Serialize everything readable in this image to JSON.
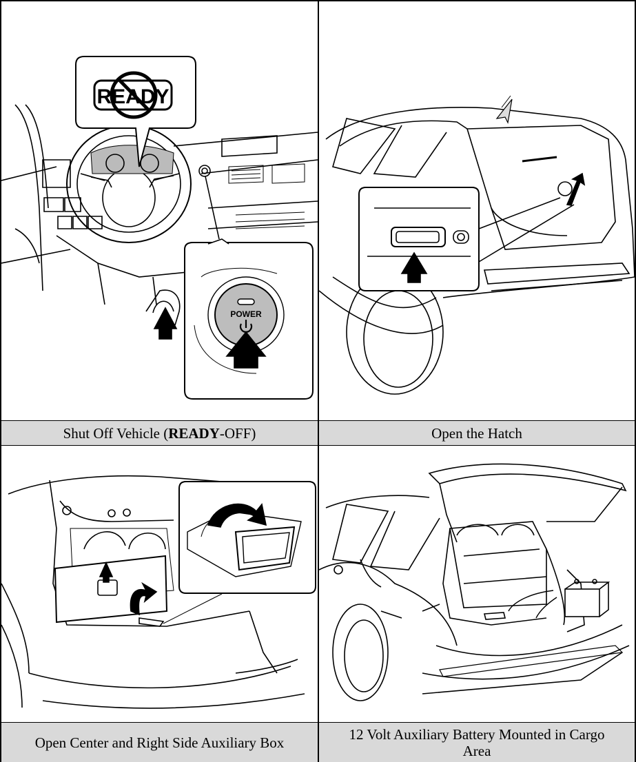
{
  "cells": [
    {
      "caption_parts": [
        "Shut Off Vehicle (",
        "READY",
        "-OFF)"
      ],
      "callout_label": "READY",
      "button_label": "POWER"
    },
    {
      "caption": "Open the Hatch"
    },
    {
      "caption": "Open Center and Right Side Auxiliary Box"
    },
    {
      "caption": "12 Volt Auxiliary Battery Mounted in Cargo Area"
    }
  ]
}
